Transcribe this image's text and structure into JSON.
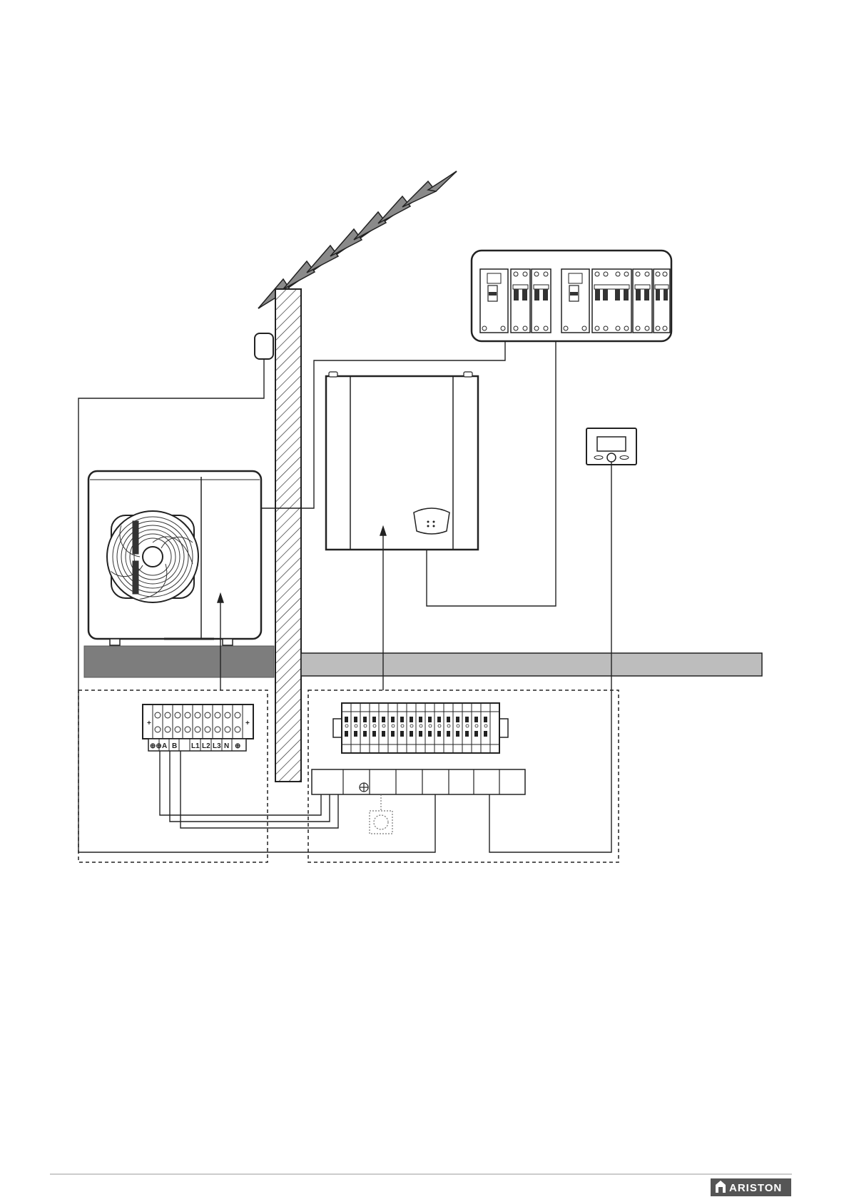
{
  "outdoor_terminal": {
    "labels": [
      "⊕⊕",
      "A",
      "B",
      "",
      "L1",
      "L2",
      "L3",
      "N",
      "⊕"
    ]
  },
  "indoor_terminal": {
    "ground_symbol": "⊕"
  },
  "footer": {
    "brand": "ARISTON",
    "logo_icon": "house-icon"
  }
}
